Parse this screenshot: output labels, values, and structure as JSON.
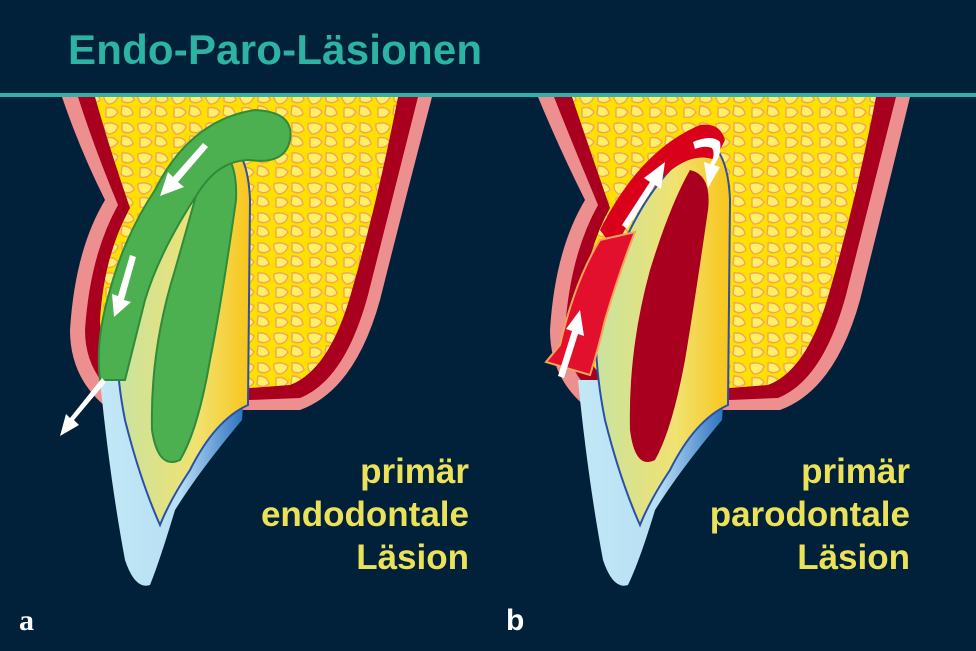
{
  "title": "Endo-Paro-Läsionen",
  "colors": {
    "background": "#01213a",
    "title": "#2db3a3",
    "caption": "#ece25a",
    "bone": "#ffe100",
    "bone_trabecula": "#f5a35a",
    "gingiva_outer": "#ee8f8f",
    "gingiva_inner": "#a8001e",
    "lesion_endo": "#4caf50",
    "lesion_paro": "#e3102d",
    "enamel": "#bfe6f4",
    "root_blue": "#2a6fbe"
  },
  "panels": [
    {
      "label": "a",
      "caption_lines": [
        "primär",
        "endodontale",
        "Läsion"
      ],
      "lesion": "green",
      "arrows": [
        "down-along-lesion",
        "down-along-lesion",
        "exit-sulcus"
      ]
    },
    {
      "label": "b",
      "caption_lines": [
        "primär",
        "parodontale",
        "Läsion"
      ],
      "lesion": "red",
      "arrows": [
        "up-from-sulcus",
        "up-along-root",
        "curve-into-apex"
      ]
    }
  ]
}
